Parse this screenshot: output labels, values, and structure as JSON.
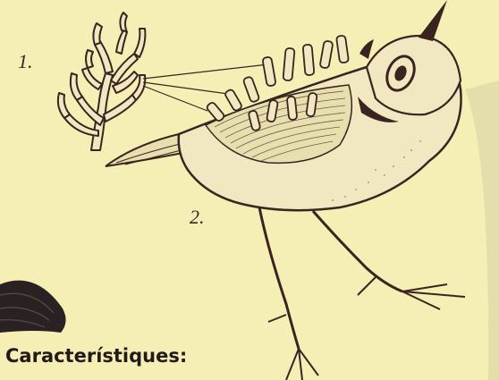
{
  "labels": {
    "one": "1.",
    "two": "2."
  },
  "heading": "Característiques:",
  "colors": {
    "background": "#f6efb5",
    "ink": "#3a2420"
  }
}
